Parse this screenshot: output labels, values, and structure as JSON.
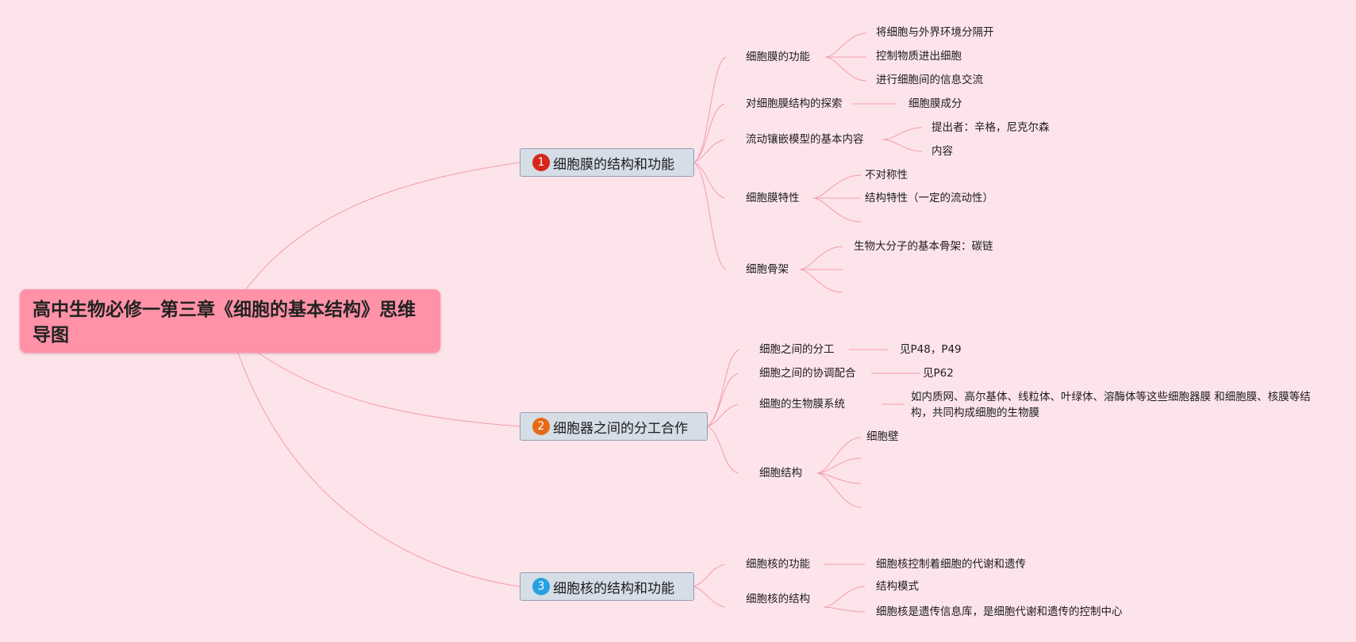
{
  "root": {
    "title": "高中生物必修一第三章《细胞的基本结构》思维导图"
  },
  "branches": [
    {
      "number": "1",
      "badge_color": "#d7261a",
      "title": "细胞膜的结构和功能",
      "subs": [
        {
          "label": "细胞膜的功能",
          "leaves": [
            "将细胞与外界环境分隔开",
            "控制物质进出细胞",
            "进行细胞间的信息交流"
          ]
        },
        {
          "label": "对细胞膜结构的探索",
          "leaves": [
            "细胞膜成分"
          ]
        },
        {
          "label": "流动镶嵌模型的基本内容",
          "leaves": [
            "提出者：辛格，尼克尔森",
            "内容"
          ]
        },
        {
          "label": "细胞膜特性",
          "leaves": [
            "不对称性",
            "结构特性（一定的流动性）",
            ""
          ]
        },
        {
          "label": "细胞骨架",
          "leaves": [
            "生物大分子的基本骨架：碳链",
            "",
            ""
          ]
        }
      ]
    },
    {
      "number": "2",
      "badge_color": "#e86a17",
      "title": "细胞器之间的分工合作",
      "subs": [
        {
          "label": "细胞之间的分工",
          "leaves": [
            "见P48，P49"
          ]
        },
        {
          "label": "细胞之间的协调配合",
          "leaves": [
            "见P62"
          ]
        },
        {
          "label": "细胞的生物膜系统",
          "leaves": [
            "如内质网、高尔基体、线粒体、叶绿体、溶酶体等这些细胞器膜 和细胞膜、核膜等结构，共同构成细胞的生物膜"
          ]
        },
        {
          "label": "细胞结构",
          "leaves": [
            "细胞壁",
            "",
            "",
            ""
          ]
        }
      ]
    },
    {
      "number": "3",
      "badge_color": "#27a1e0",
      "title": "细胞核的结构和功能",
      "subs": [
        {
          "label": "细胞核的功能",
          "leaves": [
            "细胞核控制着细胞的代谢和遗传"
          ]
        },
        {
          "label": "细胞核的结构",
          "leaves": [
            "结构模式",
            "细胞核是遗传信息库，是细胞代谢和遗传的控制中心"
          ]
        }
      ]
    }
  ],
  "colors": {
    "background": "#fde4ea",
    "line": "#f29bb0",
    "root_fill": "#ff92a7",
    "node_fill": "#d5dde6"
  }
}
